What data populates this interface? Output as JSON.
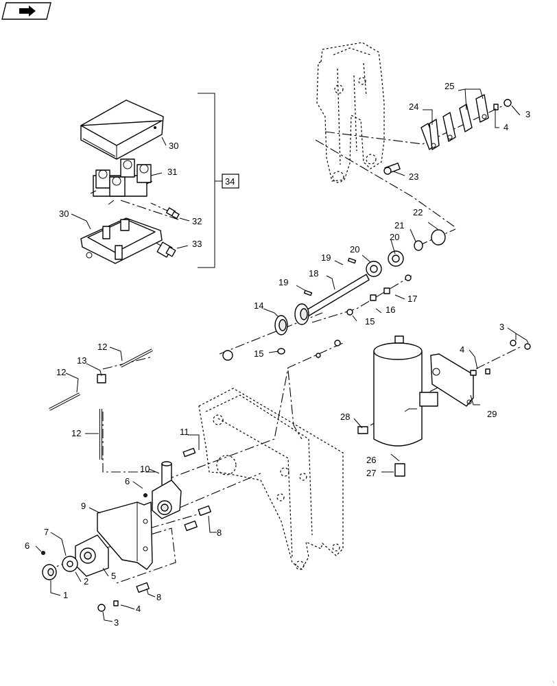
{
  "callouts": {
    "c1": "1",
    "c2": "2",
    "c3a": "3",
    "c3b": "3",
    "c3c": "3",
    "c4a": "4",
    "c4b": "4",
    "c4c": "4",
    "c5": "5",
    "c6a": "6",
    "c6b": "6",
    "c7": "7",
    "c8a": "8",
    "c8b": "8",
    "c9": "9",
    "c10": "10",
    "c11": "11",
    "c12a": "12",
    "c12b": "12",
    "c12c": "12",
    "c13": "13",
    "c14": "14",
    "c15a": "15",
    "c15b": "15",
    "c16": "16",
    "c17": "17",
    "c18": "18",
    "c19a": "19",
    "c19b": "19",
    "c20a": "20",
    "c20b": "20",
    "c21": "21",
    "c22": "22",
    "c23": "23",
    "c24": "24",
    "c25": "25",
    "c26": "26",
    "c27": "27",
    "c28": "28",
    "c29": "29",
    "c30a": "30",
    "c30b": "30",
    "c31": "31",
    "c32": "32",
    "c33": "33",
    "c34": "34"
  },
  "icons": {
    "nav": "book-arrow-icon"
  }
}
